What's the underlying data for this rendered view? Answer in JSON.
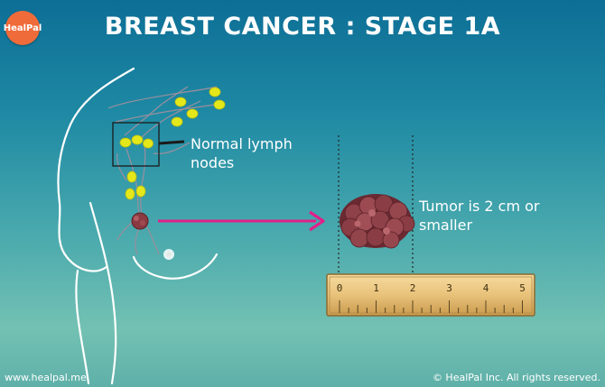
{
  "logo": {
    "text": "HealPal"
  },
  "title": "BREAST CANCER : STAGE 1A",
  "labels": {
    "lymph": "Normal lymph nodes",
    "tumor": "Tumor is 2 cm or smaller"
  },
  "ruler": {
    "ticks": [
      "0",
      "1",
      "2",
      "3",
      "4",
      "5"
    ]
  },
  "footer": {
    "website": "www.healpal.me",
    "copyright": "© HealPal Inc. All rights reserved."
  },
  "colors": {
    "arrow": "#e0208a",
    "node": "#e4e81a",
    "tumor": "#8a3a40",
    "ruler": "#e9c27a"
  }
}
